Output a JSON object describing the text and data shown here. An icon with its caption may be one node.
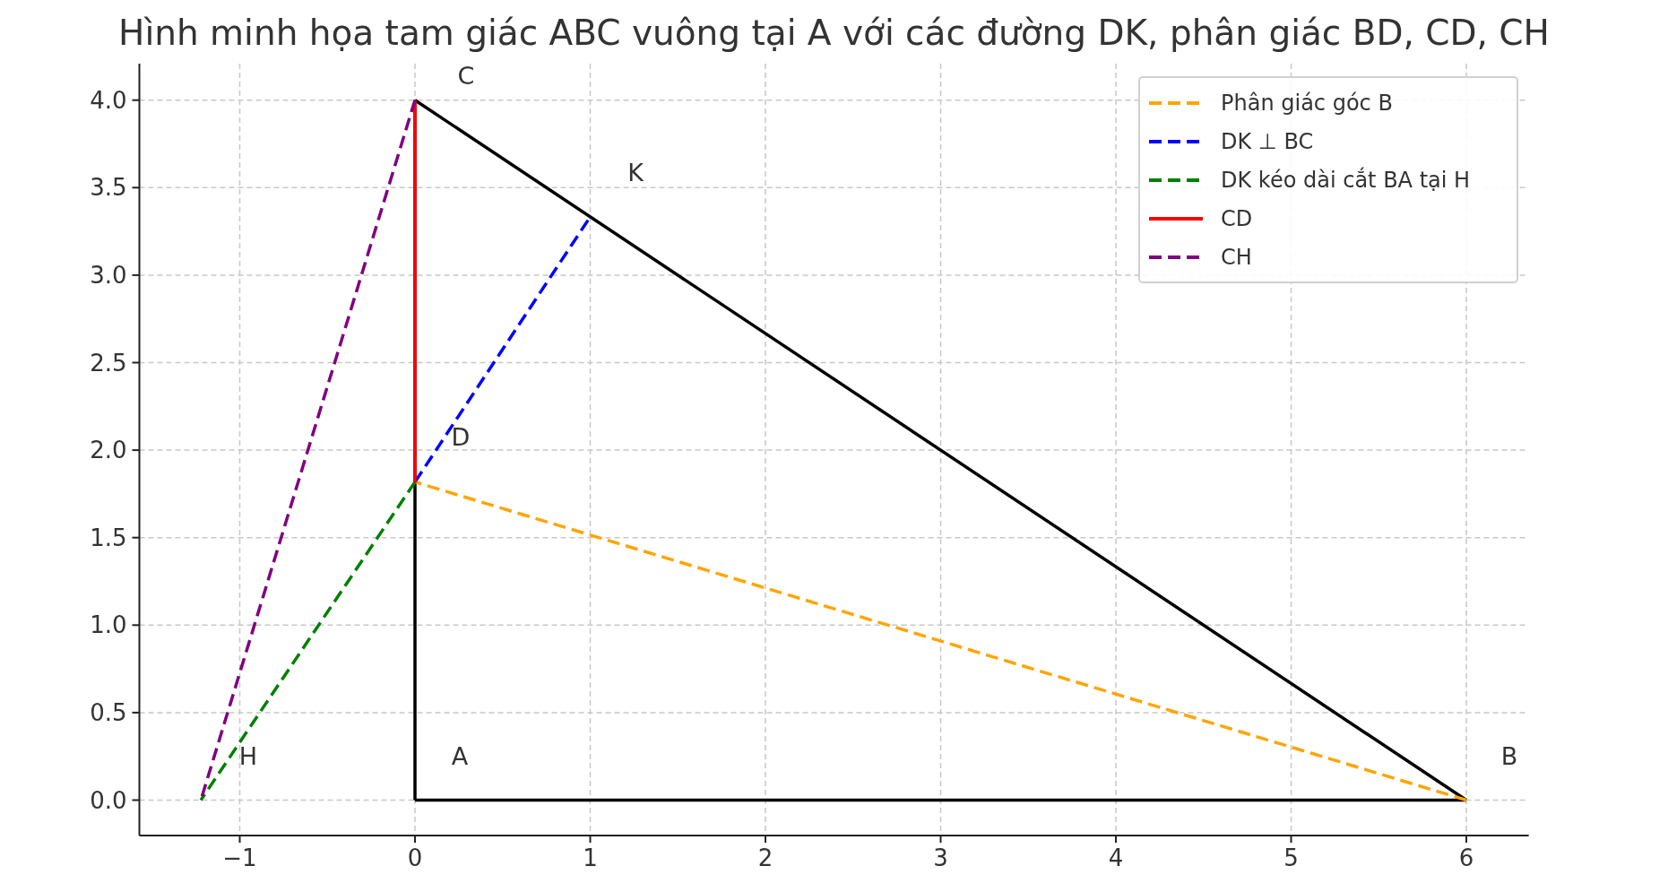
{
  "diagram": {
    "title": "Hình minh họa tam giác ABC vuông tại A với các đường DK, phân giác BD, CD, CH",
    "nodes": [
      {
        "text": [
          "C"
        ]
      },
      {
        "text": [
          "K"
        ]
      },
      {
        "text": [
          "D"
        ]
      },
      {
        "text": [
          "H"
        ]
      },
      {
        "text": [
          "A"
        ]
      },
      {
        "text": [
          "B"
        ]
      }
    ],
    "edges": [
      {
        "from": 4,
        "to": 5,
        "arrow": "none"
      },
      {
        "from": 4,
        "to": 0,
        "arrow": "none"
      },
      {
        "from": 5,
        "to": 0,
        "arrow": "none"
      },
      {
        "from": 5,
        "to": 2,
        "arrow": "none",
        "style": "dashed",
        "color": "#ffa500"
      },
      {
        "from": 2,
        "to": 1,
        "arrow": "none",
        "style": "dashed",
        "color": "#0000ff"
      },
      {
        "from": 2,
        "to": 3,
        "arrow": "none",
        "style": "dashed",
        "color": "#008000"
      },
      {
        "from": 0,
        "to": 2,
        "arrow": "none",
        "color": "#ff0000"
      },
      {
        "from": 0,
        "to": 3,
        "arrow": "none",
        "style": "dashed",
        "color": "#800080"
      }
    ],
    "labels": [
      "4.0",
      "3.5",
      "3.0",
      "2.5",
      "2.0",
      "1.5",
      "1.0",
      "0.5",
      "0.0",
      "−1",
      "0",
      "1",
      "2",
      "3",
      "4",
      "5",
      "6"
    ],
    "legend": [
      {
        "text": "Phân giác góc B"
      },
      {
        "text": "DK ⊥ BC"
      },
      {
        "text": "DK kéo dài cắt BA tại H"
      },
      {
        "text": "CD"
      },
      {
        "text": "CH"
      }
    ]
  }
}
